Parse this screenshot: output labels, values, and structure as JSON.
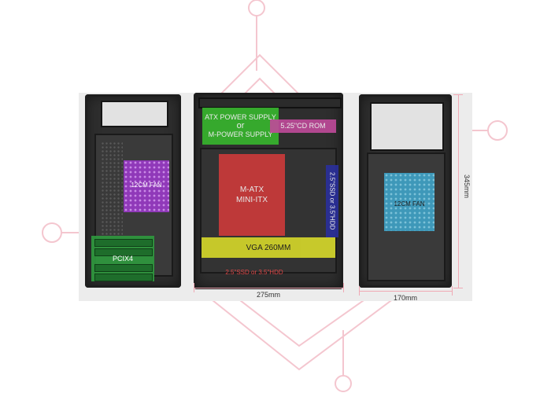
{
  "labels": {
    "atx_power_line1": "ATX POWER SUPPLY",
    "atx_power_line2": "or",
    "atx_power_line3": "M-POWER SUPPLY",
    "cd_rom": "5.25\"CD ROM",
    "mb_line1": "M-ATX",
    "mb_line2": "MINI-ITX",
    "ssd_hdd_side": "2.5\"SSD or 3.5\"HDD",
    "vga": "VGA 260MM",
    "ssd_hdd_bottom": "2.5\"SSD or 3.5\"HDD",
    "fan_left": "12CM FAN",
    "fan_right": "12CM FAN",
    "pcix4": "PCIX4"
  },
  "dimensions": {
    "depth": "275mm",
    "width": "170mm",
    "height": "345mm"
  },
  "colors": {
    "power_supply": "#37b72d",
    "cd_rom": "#c04a9a",
    "motherboard": "#d23a3a",
    "drive_bay": "#2a2f9c",
    "vga": "#d7d92a",
    "fan_purple": "#a03ad0",
    "fan_blue": "#3fa3c8",
    "pci": "#2f9a3e",
    "dim_line": "#f0a9b5"
  }
}
